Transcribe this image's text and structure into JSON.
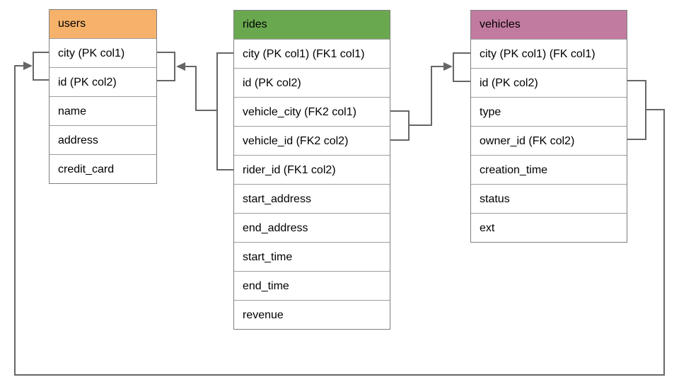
{
  "diagram": {
    "tables": [
      {
        "name": "users",
        "header_color": "#F6B26B",
        "columns": [
          "city (PK col1)",
          "id (PK col2)",
          "name",
          "address",
          "credit_card"
        ]
      },
      {
        "name": "rides",
        "header_color": "#6AA84F",
        "columns": [
          "city (PK col1) (FK1 col1)",
          "id (PK col2)",
          "vehicle_city (FK2 col1)",
          "vehicle_id (FK2 col2)",
          "rider_id (FK1 col2)",
          "start_address",
          "end_address",
          "start_time",
          "end_time",
          "revenue"
        ]
      },
      {
        "name": "vehicles",
        "header_color": "#C27BA0",
        "columns": [
          "city (PK col1) (FK col1)",
          "id (PK col2)",
          "type",
          "owner_id (FK col2)",
          "creation_time",
          "status",
          "ext"
        ]
      }
    ],
    "relationships": [
      {
        "label": "FK1",
        "from": "rides (city, rider_id)",
        "to": "users (city, id)"
      },
      {
        "label": "FK2",
        "from": "rides (vehicle_city, vehicle_id)",
        "to": "vehicles (city, id)"
      },
      {
        "label": "FK",
        "from": "vehicles (id, owner_id)",
        "to": "users (city, id)"
      }
    ],
    "colors": {
      "connector": "#666666",
      "users_header": "#F6B26B",
      "rides_header": "#6AA84F",
      "vehicles_header": "#C27BA0",
      "border": "#7f7f7f",
      "background": "#ffffff",
      "text": "#000000"
    }
  }
}
